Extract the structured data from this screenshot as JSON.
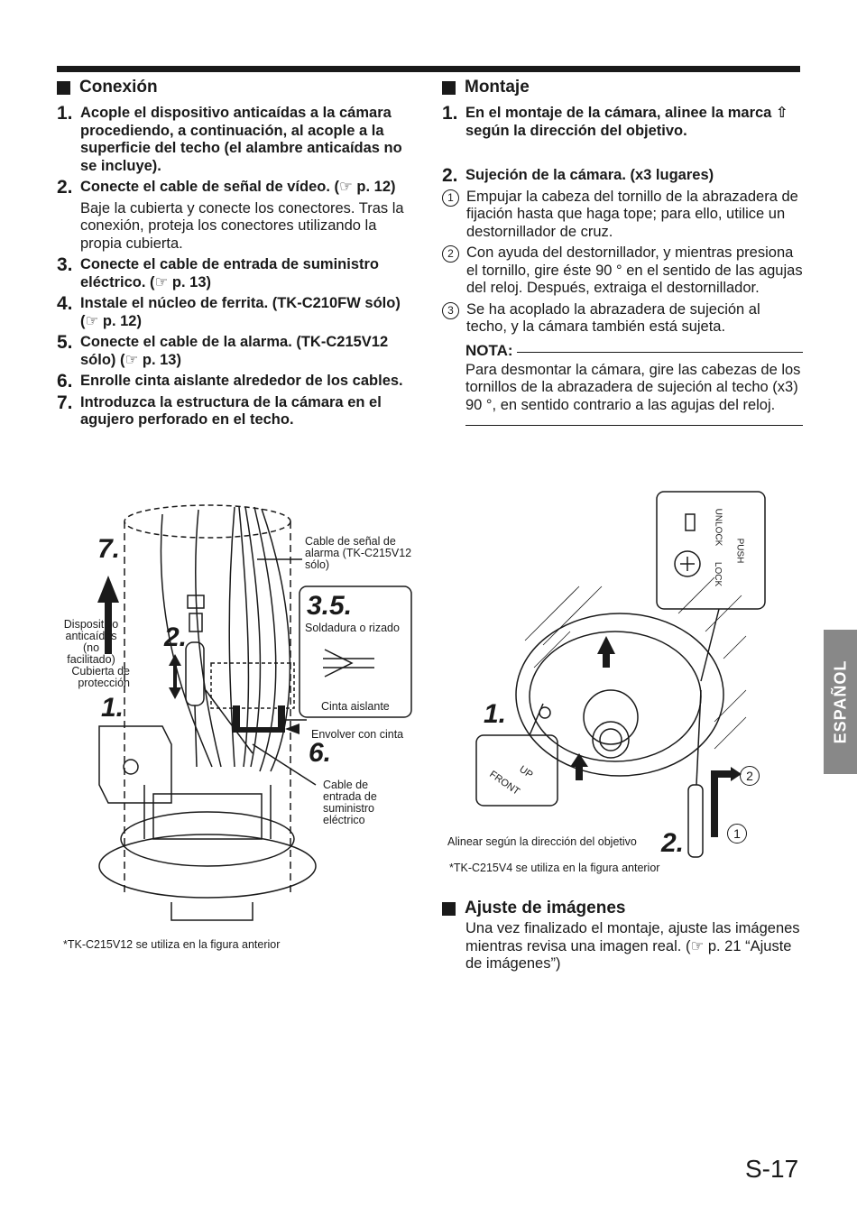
{
  "left": {
    "heading": "Conexión",
    "steps": [
      {
        "num": "1.",
        "text": "Acople el dispositivo anticaídas a la cámara procediendo, a continuación, al acople a la superficie del techo (el alambre anticaídas no se incluye).",
        "note": ""
      },
      {
        "num": "2.",
        "text": "Conecte el cable de señal de vídeo. (☞ p. 12)",
        "note": "Baje la cubierta y conecte los conectores. Tras la conexión, proteja los conectores utilizando la propia cubierta."
      },
      {
        "num": "3.",
        "text": "Conecte el cable de entrada de suministro eléctrico. (☞ p. 13)",
        "note": ""
      },
      {
        "num": "4.",
        "text": "Instale el núcleo de ferrita. (TK-C210FW sólo) (☞ p. 12)",
        "note": ""
      },
      {
        "num": "5.",
        "text": "Conecte el cable de la alarma. (TK-C215V12 sólo) (☞ p. 13)",
        "note": ""
      },
      {
        "num": "6.",
        "text": "Enrolle cinta aislante alrededor de los cables.",
        "note": ""
      },
      {
        "num": "7.",
        "text": "Introduzca la estructura de la cámara en el agujero perforado en el techo.",
        "note": ""
      }
    ],
    "figure": {
      "n7": "7.",
      "n2": "2.",
      "n1": "1.",
      "n35": "3.5.",
      "n6": "6.",
      "dispositivo": "Dispositivo anticaídas (no facilitado)",
      "cubierta": "Cubierta de protección",
      "cable_senal": "Cable de señal de alarma (TK-C215V12 sólo)",
      "soldadura": "Soldadura o rizado",
      "cinta": "Cinta aislante",
      "envolver": "Envolver con cinta",
      "cable_entrada": "Cable de entrada de suministro eléctrico",
      "caption": "*TK-C215V12 se utiliza en la figura anterior"
    }
  },
  "right": {
    "heading": "Montaje",
    "step1": {
      "num": "1.",
      "text": "En el montaje de la cámara, alinee la marca ⇧ según la dirección del objetivo."
    },
    "step2": {
      "num": "2.",
      "text": "Sujeción de la cámara. (x3 lugares)"
    },
    "items": [
      {
        "mark": "1",
        "text": "Empujar la cabeza del tornillo de la abrazadera de fijación hasta que haga tope; para ello, utilice un destornillador de cruz."
      },
      {
        "mark": "2",
        "text": "Con ayuda del destornillador, y mientras presiona el tornillo, gire éste 90 ° en el sentido de las agujas del reloj. Después, extraiga el destornillador."
      },
      {
        "mark": "3",
        "text": "Se ha acoplado la abrazadera de sujeción al techo, y la cámara también está sujeta."
      }
    ],
    "nota_label": "NOTA:",
    "nota_text": "Para desmontar la cámara, gire las cabezas de los tornillos de la abrazadera de sujeción al techo (x3) 90 °, en sentido contrario a las agujas del reloj.",
    "figure": {
      "n1": "1.",
      "n2": "2.",
      "c2": "2",
      "c1": "1",
      "push": "PUSH",
      "unlock": "UNLOCK",
      "lock": "LOCK",
      "front": "FRONT",
      "up": "UP",
      "alinear": "Alinear según la dirección del objetivo",
      "caption": "*TK-C215V4 se utiliza en la figura anterior"
    }
  },
  "ajuste": {
    "heading": "Ajuste de imágenes",
    "text": "Una vez finalizado el montaje, ajuste las imágenes mientras revisa una imagen real. (☞ p. 21 “Ajuste de imágenes”)"
  },
  "side_tab": "ESPAÑOL",
  "page_number": "S-17"
}
